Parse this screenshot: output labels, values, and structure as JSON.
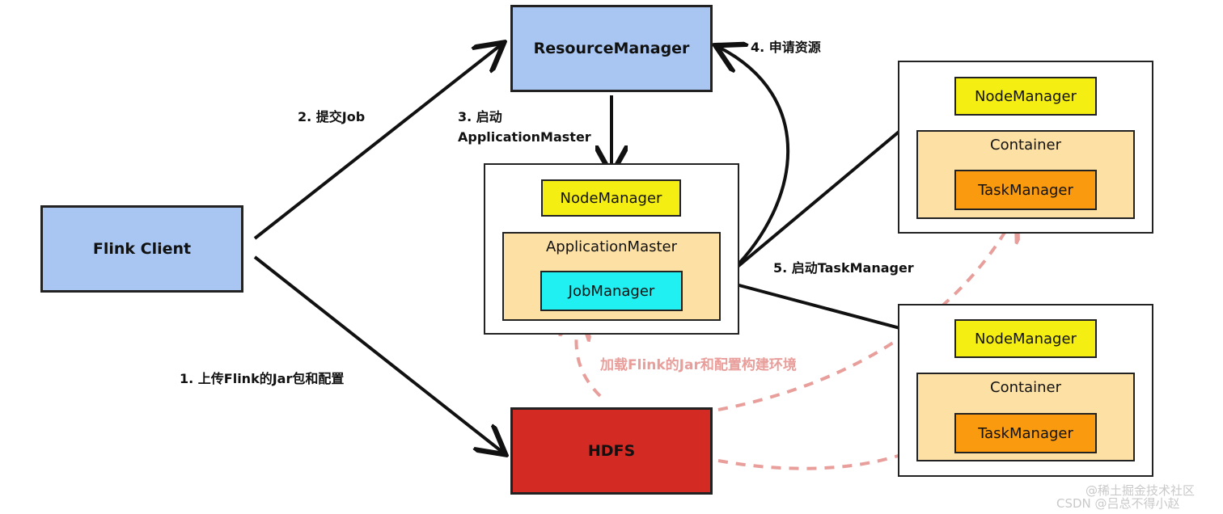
{
  "nodes": {
    "resource_manager": "ResourceManager",
    "flink_client": "Flink Client",
    "hdfs": "HDFS",
    "app_node_manager": "NodeManager",
    "application_master": "ApplicationMaster",
    "job_manager": "JobManager",
    "worker1_node_manager": "NodeManager",
    "worker1_container": "Container",
    "worker1_task_manager": "TaskManager",
    "worker2_node_manager": "NodeManager",
    "worker2_container": "Container",
    "worker2_task_manager": "TaskManager"
  },
  "edges": {
    "step1": "1. 上传Flink的Jar包和配置",
    "step2": "2. 提交Job",
    "step3_line1": "3. 启动",
    "step3_line2": "ApplicationMaster",
    "step4": "4. 申请资源",
    "step5": "5. 启动TaskManager",
    "load_env": "加载Flink的Jar和配置构建环境"
  },
  "watermark": {
    "line1": "@稀土掘金技术社区",
    "line2": "CSDN @吕总不得小赵"
  },
  "colors": {
    "blue_box": "#a9c6f2",
    "hdfs_red": "#d42a24",
    "node_manager_yellow": "#f5ee12",
    "container_tan": "#fde0a4",
    "task_manager_orange": "#f99a0f",
    "job_manager_cyan": "#21f0f2",
    "dashed_pink": "#e89e9a"
  }
}
